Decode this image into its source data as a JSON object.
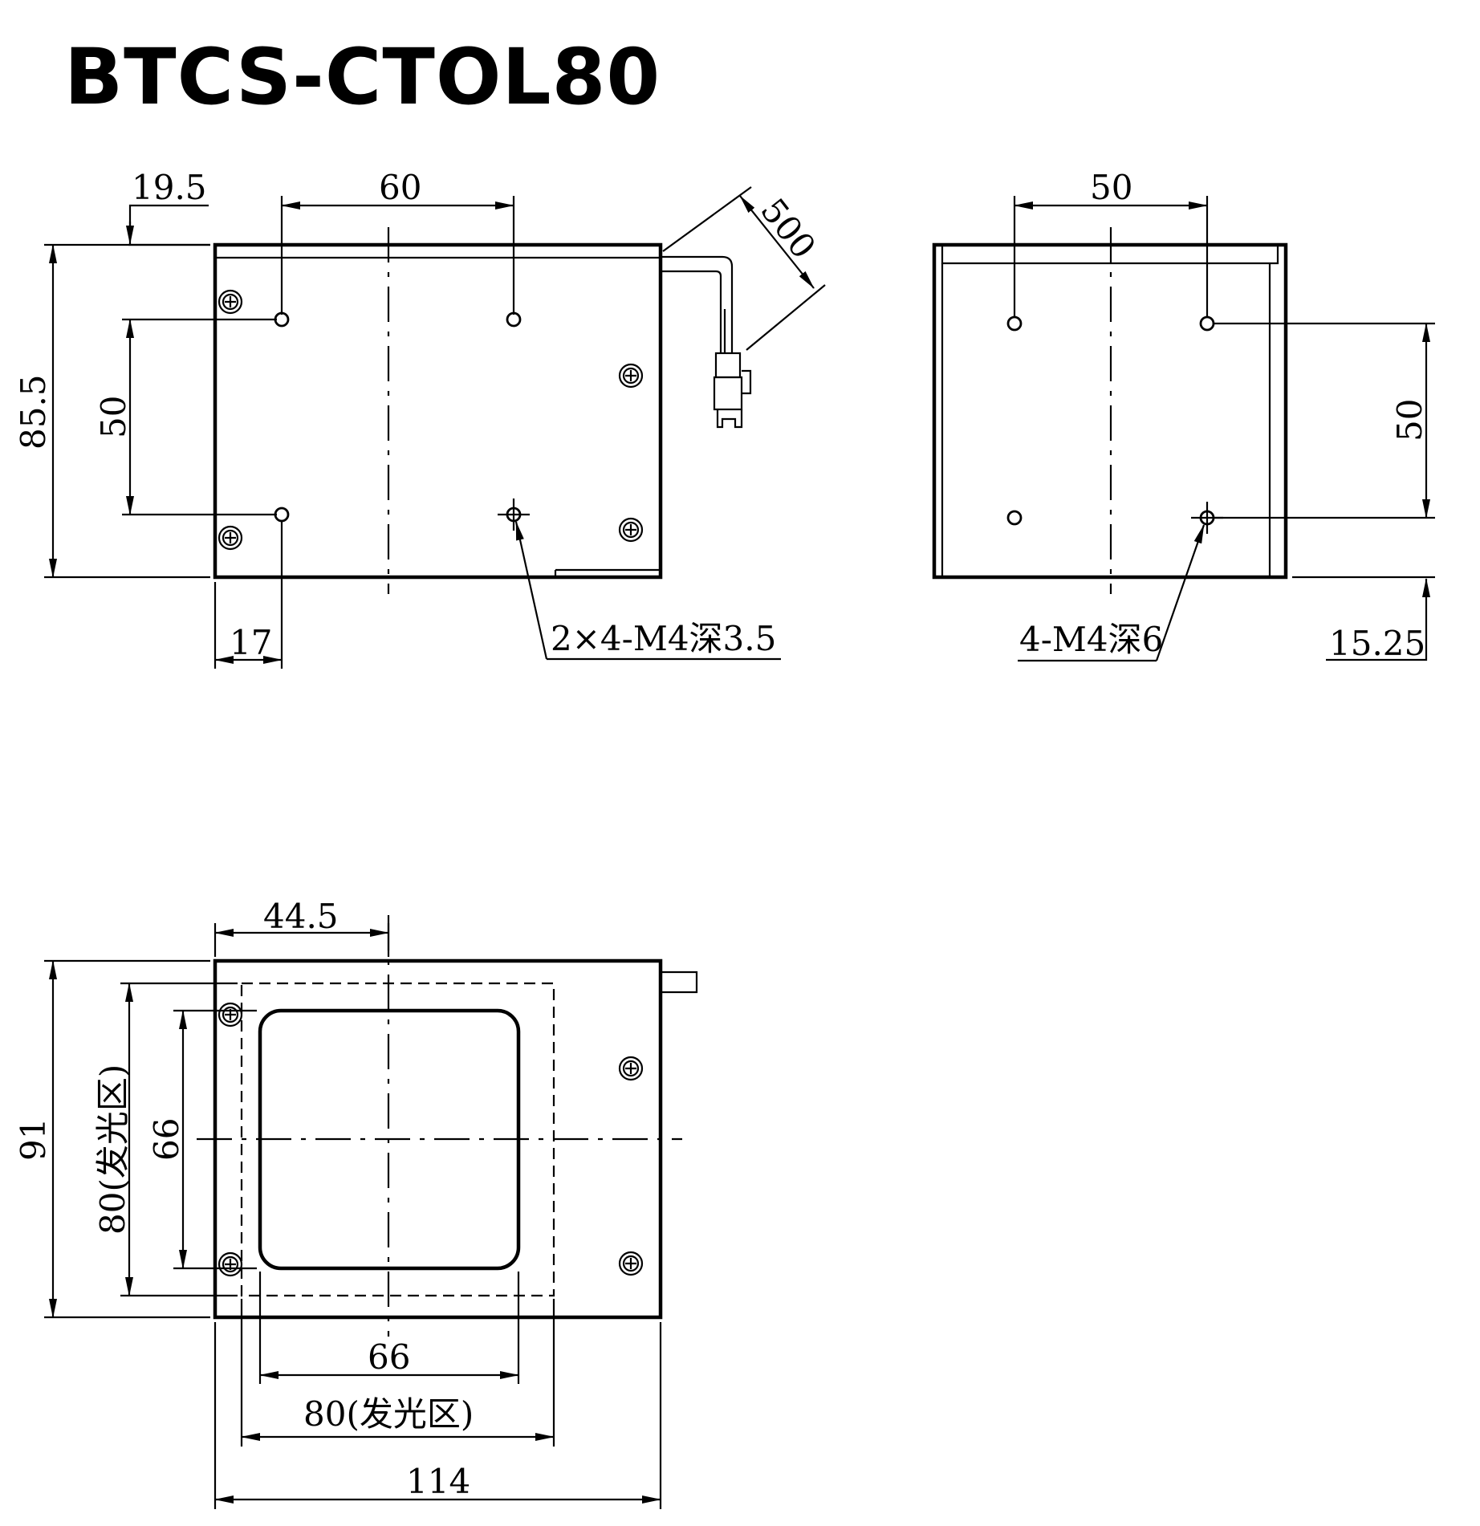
{
  "title": "BTCS-CTOL80",
  "views": {
    "top_left": {
      "dim_19_5": "19.5",
      "dim_60": "60",
      "dim_500": "500",
      "dim_85_5": "85.5",
      "dim_50": "50",
      "dim_17": "17",
      "note_holes": "2×4-M4深3.5"
    },
    "top_right": {
      "dim_50_top": "50",
      "dim_50_right": "50",
      "dim_15_25": "15.25",
      "note_holes": "4-M4深6"
    },
    "bottom": {
      "dim_44_5": "44.5",
      "dim_91": "91",
      "dim_80_v": "80(发光区)",
      "dim_66_v": "66",
      "dim_66_h": "66",
      "dim_80_h": "80(发光区)",
      "dim_114": "114"
    }
  }
}
